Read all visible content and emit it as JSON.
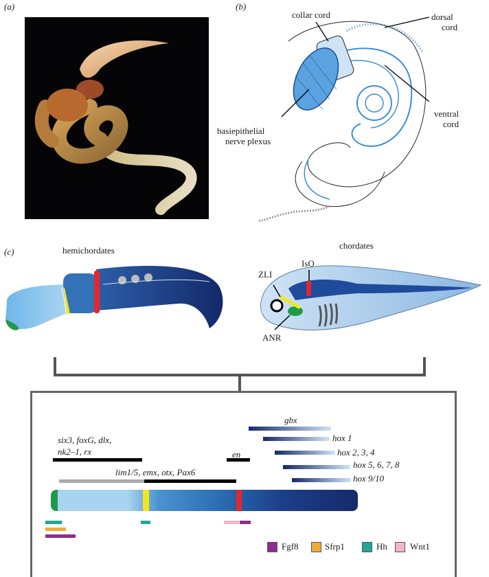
{
  "panels": {
    "a": "(a)",
    "b": "(b)",
    "c": "(c)"
  },
  "panel_b": {
    "collar_cord": "collar cord",
    "dorsal_cord_1": "dorsal",
    "dorsal_cord_2": "cord",
    "ventral_cord_1": "ventral",
    "ventral_cord_2": "cord",
    "plexus_1": "basiepithelial",
    "plexus_2": "nerve plexus"
  },
  "panel_c": {
    "hemichordates": "hemichordates",
    "chordates": "chordates",
    "zli": "ZLI",
    "iso": "IsO",
    "anr": "ANR"
  },
  "genes": {
    "six3_line1": "six3, foxG, dlx,",
    "six3_line2": "nk2–1, rx",
    "lim": "lim1/5, emx, otx, Pax6",
    "en": "en",
    "gbx": "gbx",
    "hox1": "hox 1",
    "hox2": "hox 2, 3, 4",
    "hox5": "hox 5, 6, 7, 8",
    "hox9": "hox 9/10"
  },
  "legend": [
    {
      "label": "Fgf8",
      "color": "#8e2c8f"
    },
    {
      "label": "Sfrp1",
      "color": "#f2a93b"
    },
    {
      "label": "Hh",
      "color": "#1fa79a"
    },
    {
      "label": "Wnt1",
      "color": "#f4b6c6"
    }
  ],
  "colors": {
    "dark_blue": "#16296b",
    "mid_blue": "#2f6fb3",
    "light_blue": "#a9d4f0",
    "yellow": "#f5e61c",
    "red": "#e3262e",
    "green": "#1f9a4a"
  }
}
